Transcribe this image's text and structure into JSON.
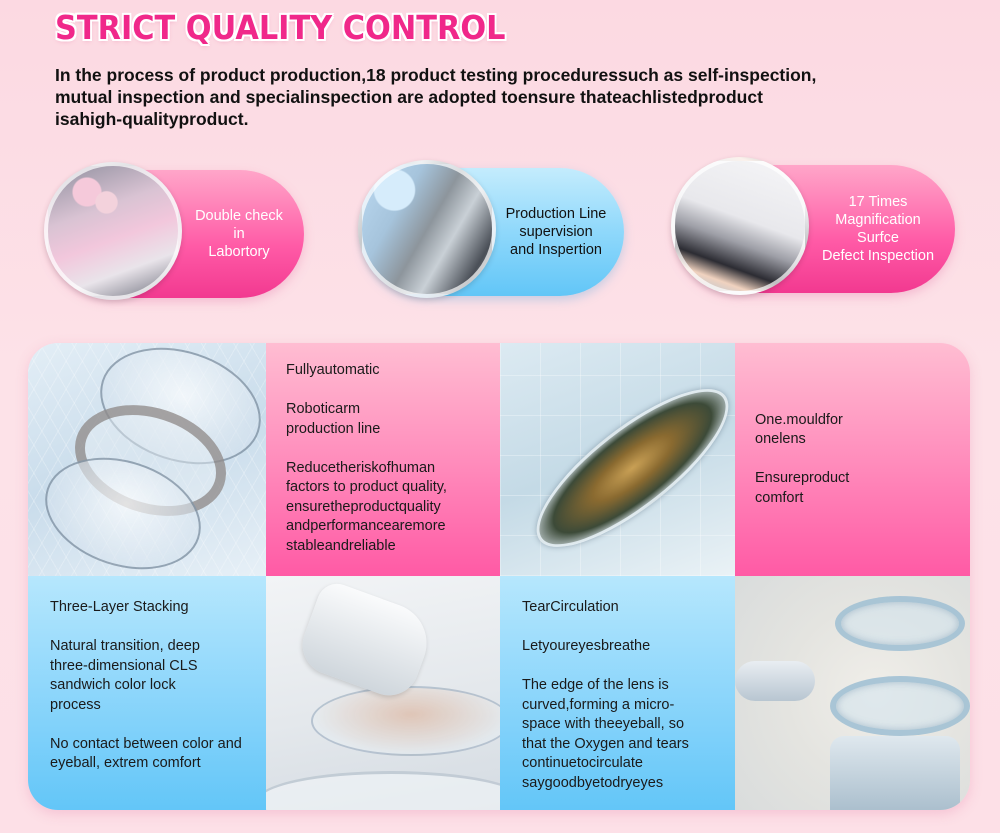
{
  "header": {
    "title": "STRICT QUALITY CONTROL",
    "intro_lines": [
      "In the process of product production,18 product testing proceduressuch as self-inspection,",
      "mutual inspection and specialinspection are adopted toensure thateachlistedproduct",
      "isahigh-qualityproduct."
    ]
  },
  "steps": [
    {
      "theme": "pink",
      "photo": "laboratory-workers-photo",
      "lines": [
        "Double check in",
        "Labortory"
      ]
    },
    {
      "theme": "blue",
      "photo": "production-line-worker-photo",
      "lines": [
        "Production Line",
        "supervision",
        "and Inspertion"
      ]
    },
    {
      "theme": "pink",
      "photo": "magnification-inspection-photo",
      "lines": [
        "17 Times",
        "Magnification Surfce",
        "Defect Inspection"
      ]
    }
  ],
  "features": {
    "robotic_arm": {
      "paragraphs": [
        "Fullyautomatic",
        "Roboticarm production line",
        "Reducetheriskofhuman factors to product quality, ensuretheproductquality andperformancearemore stableandreliable"
      ]
    },
    "one_mould": {
      "paragraphs": [
        "One.mouldfor onelens",
        "Ensureproduct comfort"
      ]
    },
    "three_layer": {
      "paragraphs": [
        "Three-Layer Stacking",
        "Natural transition, deep three-dimensional CLS sandwich color lock process",
        "No contact between color and eyeball, extrem comfort"
      ]
    },
    "tear_circulation": {
      "paragraphs": [
        "TearCirculation",
        "Letyoureyesbreathe",
        "The edge of the lens is curved,forming a micro-space with theeyeball, so that the Oxygen and tears continuetocirculate saygoodbyetodryeyes"
      ]
    }
  },
  "colors": {
    "title": "#f0288a",
    "pink_accent": "#ff5aa6",
    "blue_accent": "#62c6f7",
    "background": "#fde0e7"
  }
}
